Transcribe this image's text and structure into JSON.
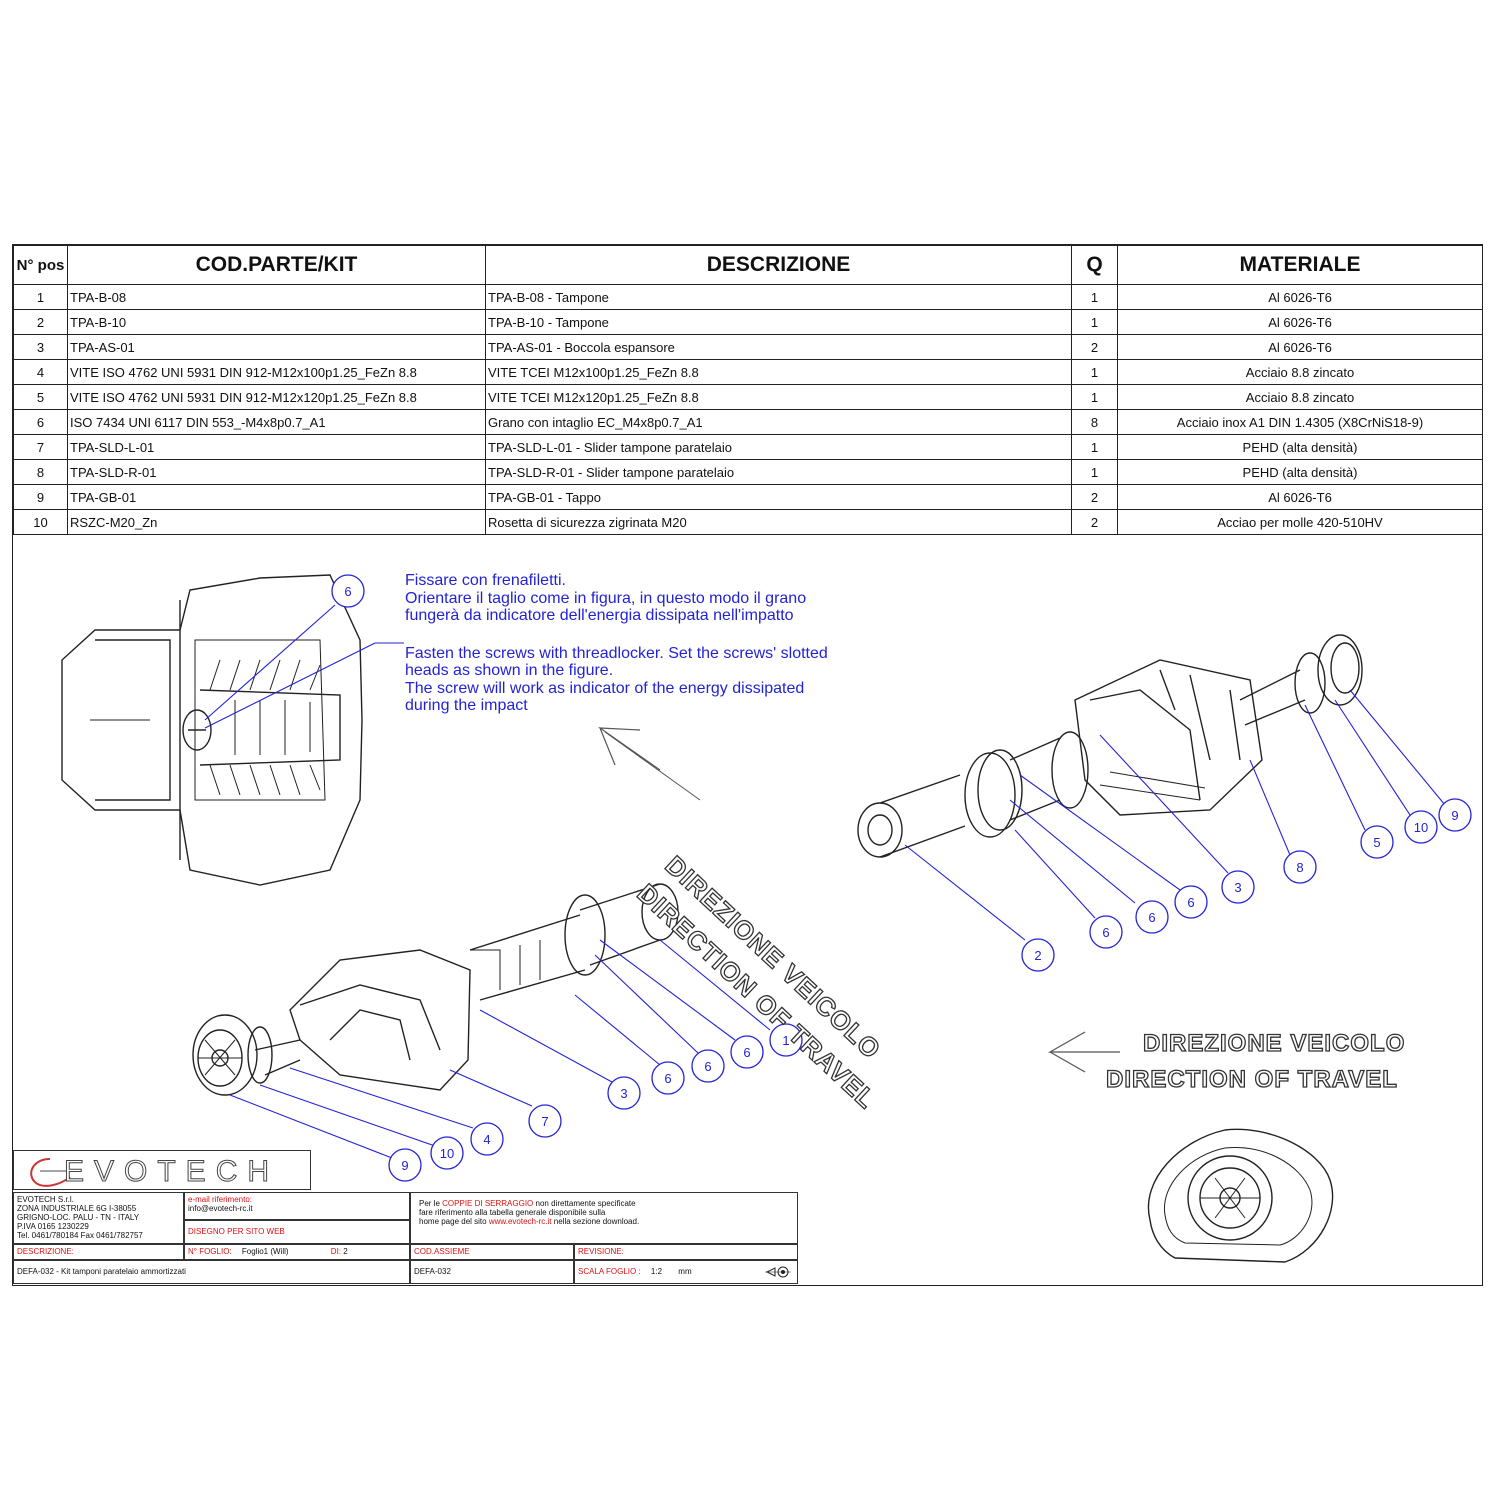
{
  "table": {
    "headers": {
      "pos": "N° pos",
      "code": "COD.PARTE/KIT",
      "desc": "DESCRIZIONE",
      "qty": "Q",
      "mat": "MATERIALE"
    },
    "rows": [
      {
        "n": "1",
        "code": "TPA-B-08",
        "desc": "TPA-B-08 - Tampone",
        "q": "1",
        "mat": "Al 6026-T6"
      },
      {
        "n": "2",
        "code": "TPA-B-10",
        "desc": "TPA-B-10 - Tampone",
        "q": "1",
        "mat": "Al 6026-T6"
      },
      {
        "n": "3",
        "code": "TPA-AS-01",
        "desc": "TPA-AS-01 - Boccola espansore",
        "q": "2",
        "mat": "Al 6026-T6"
      },
      {
        "n": "4",
        "code": "VITE ISO 4762 UNI 5931 DIN 912-M12x100p1.25_FeZn 8.8",
        "desc": "VITE TCEI M12x100p1.25_FeZn 8.8",
        "q": "1",
        "mat": "Acciaio 8.8 zincato"
      },
      {
        "n": "5",
        "code": "VITE ISO 4762 UNI 5931 DIN 912-M12x120p1.25_FeZn 8.8",
        "desc": "VITE TCEI M12x120p1.25_FeZn 8.8",
        "q": "1",
        "mat": "Acciaio 8.8 zincato"
      },
      {
        "n": "6",
        "code": "ISO 7434 UNI 6117 DIN 553_-M4x8p0.7_A1",
        "desc": "Grano con intaglio EC_M4x8p0.7_A1",
        "q": "8",
        "mat": "Acciaio inox A1 DIN 1.4305 (X8CrNiS18-9)"
      },
      {
        "n": "7",
        "code": "TPA-SLD-L-01",
        "desc": "TPA-SLD-L-01 - Slider tampone paratelaio",
        "q": "1",
        "mat": "PEHD (alta densità)"
      },
      {
        "n": "8",
        "code": "TPA-SLD-R-01",
        "desc": "TPA-SLD-R-01 - Slider tampone paratelaio",
        "q": "1",
        "mat": "PEHD (alta densità)"
      },
      {
        "n": "9",
        "code": "TPA-GB-01",
        "desc": "TPA-GB-01 - Tappo",
        "q": "2",
        "mat": "Al 6026-T6"
      },
      {
        "n": "10",
        "code": "RSZC-M20_Zn",
        "desc": "Rosetta di sicurezza zigrinata M20",
        "q": "2",
        "mat": "Acciao per molle 420-510HV"
      }
    ]
  },
  "notes": {
    "it_1": "Fissare con frenafiletti.",
    "it_2": "Orientare il taglio come in figura, in questo modo il grano",
    "it_3": "fungerà da indicatore dell'energia dissipata nell'impatto",
    "en_1": "Fasten the screws with threadlocker. Set the screws' slotted",
    "en_2": "heads as shown in the figure.",
    "en_3": "The screw will work as indicator of the energy dissipated",
    "en_4": "during the impact"
  },
  "direction": {
    "it": "DIREZIONE VEICOLO",
    "en": "DIRECTION OF TRAVEL"
  },
  "balloons": {
    "detail": [
      "6"
    ],
    "right": [
      "2",
      "6",
      "6",
      "6",
      "3",
      "8",
      "5",
      "10",
      "9"
    ],
    "left": [
      "1",
      "6",
      "6",
      "6",
      "3",
      "7",
      "4",
      "10",
      "9"
    ]
  },
  "title_block": {
    "logo": "EVOTECH",
    "company_1": "EVOTECH S.r.l.",
    "company_2": "ZONA INDUSTRIALE 6G  I-38055",
    "company_3": "GRIGNO-LOC. PALU - TN - ITALY",
    "company_4": "P.IVA 0165 1230229",
    "company_5": "Tel. 0461/780184 Fax 0461/782757",
    "email_label": "e-mail riferimento:",
    "email": "info@evotech-rc.it",
    "drawing_for": "DISEGNO PER SITO WEB",
    "torque_1a": "Per le",
    "torque_1b": "COPPIE DI SERRAGGIO",
    "torque_1c": "non direttamente specificate",
    "torque_2": "fare riferimento alla tabella generale disponibile sulla",
    "torque_3a": "home page del sito",
    "torque_3b": "www.evotech-rc.it",
    "torque_3c": "nella sezione download.",
    "desc_label": "DESCRIZIONE:",
    "sheet_label": "N° FOGLIO:",
    "sheet_value": "Foglio1 (Will)",
    "of_label": "DI:",
    "of_value": "2",
    "assy_label": "COD.ASSIEME",
    "rev_label": "REVISIONE:",
    "desc_value": "DEFA-032 - Kit tamponi paratelaio ammortizzati",
    "assy_value": "DEFA-032",
    "scale_label": "SCALA FOGLIO :",
    "scale_value": "1:2",
    "unit": "mm"
  }
}
